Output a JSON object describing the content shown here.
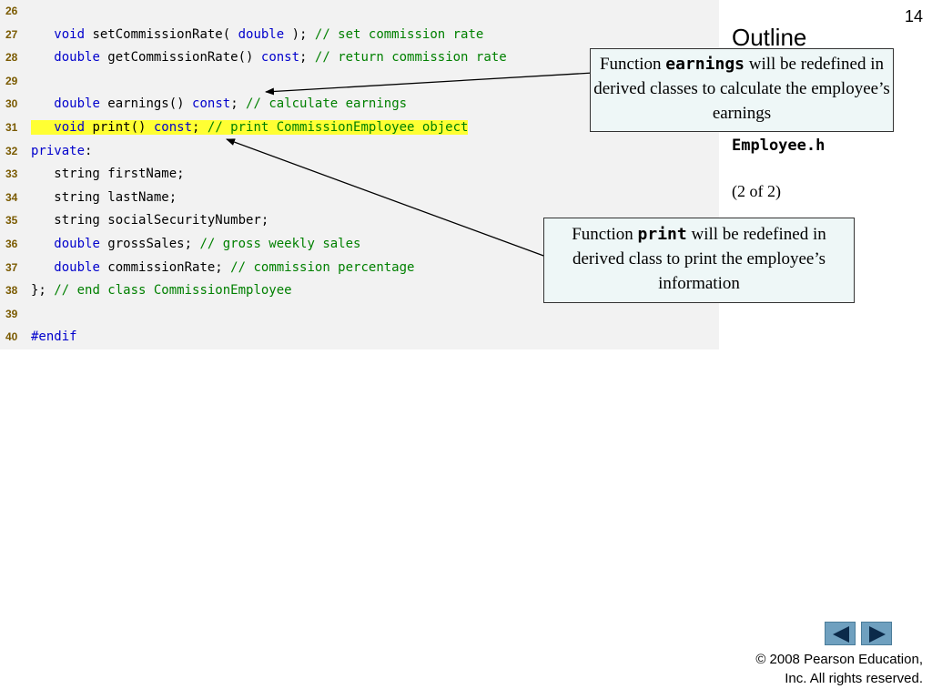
{
  "slide": {
    "page_number": "14",
    "outline_title": "Outline",
    "file_name": "Employee.h",
    "page_of": "(2 of 2)",
    "copyright_line1": "© 2008 Pearson Education,",
    "copyright_line2": "Inc.  All rights reserved."
  },
  "code_lines": [
    {
      "num": "26",
      "parts": []
    },
    {
      "num": "27",
      "parts": [
        [
          "",
          "   "
        ],
        [
          "kw",
          "void"
        ],
        [
          "",
          " setCommissionRate( "
        ],
        [
          "kw",
          "double"
        ],
        [
          "",
          " ); "
        ],
        [
          "cm",
          "// set commission rate"
        ]
      ]
    },
    {
      "num": "28",
      "parts": [
        [
          "",
          "   "
        ],
        [
          "kw",
          "double"
        ],
        [
          "",
          " getCommissionRate() "
        ],
        [
          "kw",
          "const"
        ],
        [
          "",
          "; "
        ],
        [
          "cm",
          "// return commission rate"
        ]
      ]
    },
    {
      "num": "29",
      "parts": []
    },
    {
      "num": "30",
      "parts": [
        [
          "",
          "   "
        ],
        [
          "kw",
          "double"
        ],
        [
          "",
          " earnings() "
        ],
        [
          "kw",
          "const"
        ],
        [
          "",
          "; "
        ],
        [
          "cm",
          "// calculate earnings"
        ]
      ]
    },
    {
      "num": "31",
      "highlight": true,
      "parts": [
        [
          "",
          "   "
        ],
        [
          "kw",
          "void"
        ],
        [
          "",
          " print() "
        ],
        [
          "kw",
          "const"
        ],
        [
          "",
          "; "
        ],
        [
          "cm",
          "// print CommissionEmployee object"
        ]
      ]
    },
    {
      "num": "32",
      "parts": [
        [
          "kw",
          "private"
        ],
        [
          "",
          ":"
        ]
      ]
    },
    {
      "num": "33",
      "parts": [
        [
          "",
          "   string firstName;"
        ]
      ]
    },
    {
      "num": "34",
      "parts": [
        [
          "",
          "   string lastName;"
        ]
      ]
    },
    {
      "num": "35",
      "parts": [
        [
          "",
          "   string socialSecurityNumber;"
        ]
      ]
    },
    {
      "num": "36",
      "parts": [
        [
          "",
          "   "
        ],
        [
          "kw",
          "double"
        ],
        [
          "",
          " grossSales; "
        ],
        [
          "cm",
          "// gross weekly sales"
        ]
      ]
    },
    {
      "num": "37",
      "parts": [
        [
          "",
          "   "
        ],
        [
          "kw",
          "double"
        ],
        [
          "",
          " commissionRate; "
        ],
        [
          "cm",
          "// commission percentage"
        ]
      ]
    },
    {
      "num": "38",
      "parts": [
        [
          "",
          "}; "
        ],
        [
          "cm",
          "// end class CommissionEmployee"
        ]
      ]
    },
    {
      "num": "39",
      "parts": []
    },
    {
      "num": "40",
      "parts": [
        [
          "kw",
          "#endif"
        ]
      ]
    }
  ],
  "callouts": {
    "earnings": {
      "pre": "Function ",
      "code": "earnings",
      "post": " will be redefined in derived classes to calculate the employee’s earnings"
    },
    "print": {
      "pre": "Function ",
      "code": "print",
      "post": " will be redefined in derived class to print the employee’s information"
    }
  },
  "colors": {
    "keyword": "#0000cc",
    "comment": "#008000",
    "highlight": "#ffff33",
    "callout_bg": "#eef7f7",
    "nav_button": "#6fa0bf"
  },
  "icons": {
    "prev": "triangle-left-icon",
    "next": "triangle-right-icon"
  }
}
